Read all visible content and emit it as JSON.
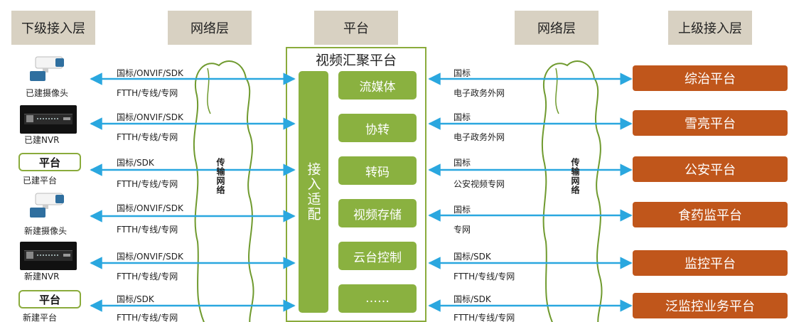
{
  "headers": {
    "lower": "下级接入层",
    "network_left": "网络层",
    "platform": "平台",
    "network_right": "网络层",
    "upper": "上级接入层"
  },
  "devices": [
    {
      "label": "已建摄像头",
      "icon": "camera-icon",
      "proto_top": "国标/ONVIF/SDK",
      "proto_bottom": "FTTH/专线/专网"
    },
    {
      "label": "已建NVR",
      "icon": "nvr-icon",
      "proto_top": "国标/ONVIF/SDK",
      "proto_bottom": "FTTH/专线/专网"
    },
    {
      "label": "已建平台",
      "icon": "platform-box",
      "box_text": "平台",
      "proto_top": "国标/SDK",
      "proto_bottom": "FTTH/专线/专网"
    },
    {
      "label": "新建摄像头",
      "icon": "camera-icon",
      "proto_top": "国标/ONVIF/SDK",
      "proto_bottom": "FTTH/专线/专网"
    },
    {
      "label": "新建NVR",
      "icon": "nvr-icon",
      "proto_top": "国标/ONVIF/SDK",
      "proto_bottom": "FTTH/专线/专网"
    },
    {
      "label": "新建平台",
      "icon": "platform-box",
      "box_text": "平台",
      "proto_top": "国标/SDK",
      "proto_bottom": "FTTH/专线/专网"
    }
  ],
  "cloud_text": "传输网络",
  "center": {
    "title": "视频汇聚平台",
    "adapter": "接入适配",
    "modules": [
      "流媒体",
      "协转",
      "转码",
      "视频存储",
      "云台控制",
      "……"
    ]
  },
  "targets": [
    {
      "label": "综治平台",
      "proto_top": "国标",
      "proto_bottom": "电子政务外网"
    },
    {
      "label": "雪亮平台",
      "proto_top": "国标",
      "proto_bottom": "电子政务外网"
    },
    {
      "label": "公安平台",
      "proto_top": "国标",
      "proto_bottom": "公安视频专网"
    },
    {
      "label": "食药监平台",
      "proto_top": "国标",
      "proto_bottom": "专网"
    },
    {
      "label": "监控平台",
      "proto_top": "国标/SDK",
      "proto_bottom": "FTTH/专线/专网"
    },
    {
      "label": "泛监控业务平台",
      "proto_top": "国标/SDK",
      "proto_bottom": "FTTH/专线/专网"
    }
  ],
  "colors": {
    "header_bg": "#d8d1c2",
    "green": "#8ab140",
    "orange": "#c0561b",
    "arrow": "#2aa7df",
    "cloud": "#6f9a2e"
  }
}
